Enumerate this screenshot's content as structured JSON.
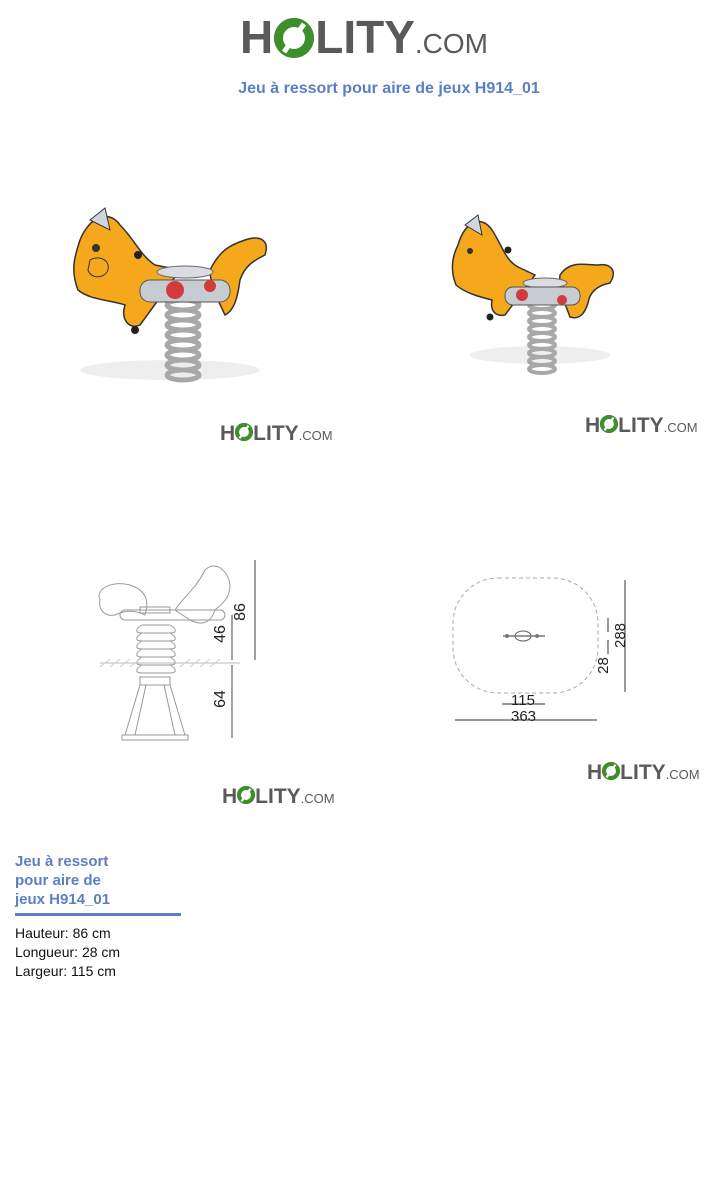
{
  "brand": {
    "logo_left": "H",
    "logo_right": "LITY",
    "logo_com": ".COM",
    "green": "#3e8e2c",
    "grey": "#5a5a5a"
  },
  "product": {
    "title": "Jeu à ressort pour aire de jeux H914_01",
    "side_title": "Jeu à ressort pour aire de jeux H914_01",
    "specs": [
      "Hauteur: 86 cm",
      "Longueur: 28 cm",
      "Largeur: 115 cm"
    ]
  },
  "images": [
    {
      "icon": "spring-rider-horse-side-view"
    },
    {
      "icon": "spring-rider-horse-perspective-view"
    },
    {
      "icon": "technical-drawing-side-elevation"
    },
    {
      "icon": "technical-drawing-top-plan"
    }
  ],
  "drawing_side": {
    "dim_total": "86",
    "dim_seat": "46",
    "dim_base": "64"
  },
  "drawing_top": {
    "dim_depth": "288",
    "dim_length_small": "28",
    "dim_width_small": "115",
    "dim_width_total": "363"
  },
  "colors": {
    "accent": "#5b7fc4",
    "horse": "#f5a81c",
    "spring": "#b8b8b8"
  }
}
